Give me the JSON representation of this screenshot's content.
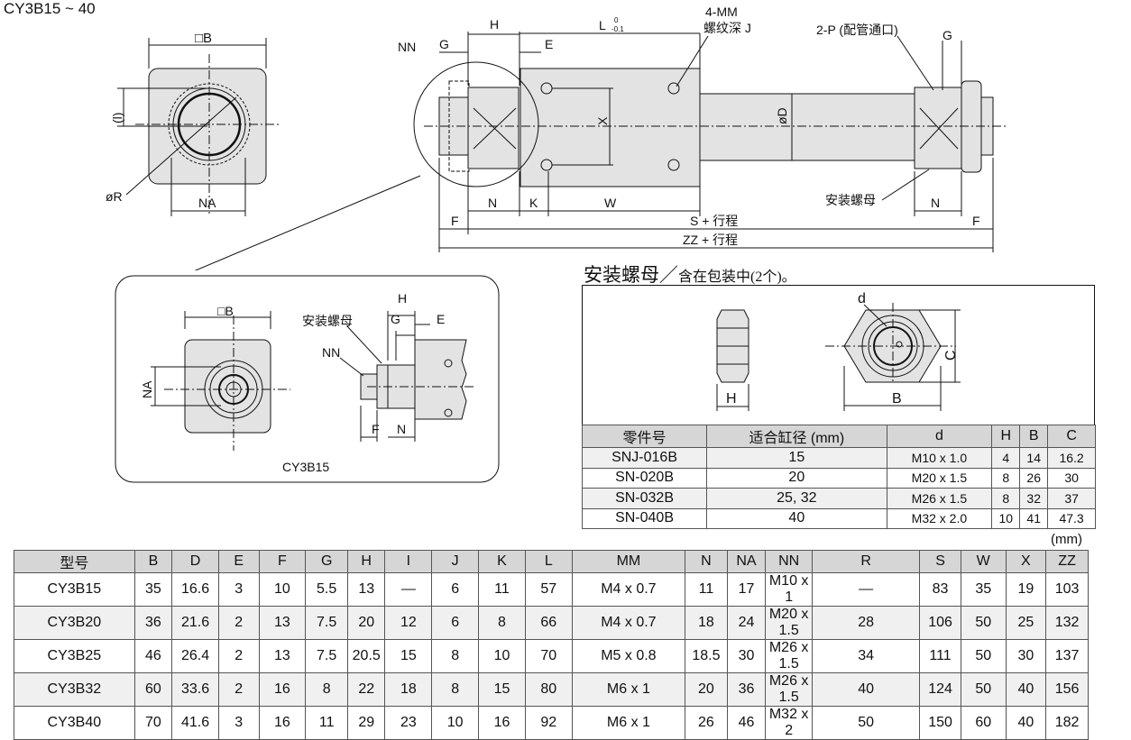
{
  "header": {
    "series_title": "CY3B15 ~ 40"
  },
  "main_drawing": {
    "labels": {
      "square_b": "□B",
      "l_paren": "(l)",
      "r_dia": "øR",
      "na": "NA",
      "nn": "NN",
      "g": "G",
      "h": "H",
      "e": "E",
      "l_tol": "L",
      "tol_upper": "0",
      "tol_lower": "-0.1",
      "mm_label": "4-MM",
      "thread_depth": "螺纹深 J",
      "port_label": "2-P (配管通口)",
      "g_right": "G",
      "x": "X",
      "od": "øD",
      "f_left": "F",
      "n_left": "N",
      "k": "K",
      "w": "W",
      "s_stroke": "S + 行程",
      "mount_nut_callout": "安装螺母",
      "n_right": "N",
      "f_right": "F",
      "zz_stroke": "ZZ + 行程"
    }
  },
  "detail_view": {
    "caption": "CY3B15",
    "labels": {
      "square_b": "□B",
      "na": "NA",
      "nut": "安装螺母",
      "nn": "NN",
      "h": "H",
      "g": "G",
      "e": "E",
      "f": "F",
      "n": "N"
    }
  },
  "mount_nut": {
    "title": "安装螺母",
    "subtitle": "含在包装中(2个)。",
    "labels": {
      "d": "d",
      "c": "C",
      "h": "H",
      "b": "B"
    },
    "table": {
      "headers": [
        "零件号",
        "适合缸径 (mm)",
        "d",
        "H",
        "B",
        "C"
      ],
      "rows": [
        [
          "SNJ-016B",
          "15",
          "M10 x 1.0",
          "4",
          "14",
          "16.2"
        ],
        [
          "SN-020B",
          "20",
          "M20 x 1.5",
          "8",
          "26",
          "30"
        ],
        [
          "SN-032B",
          "25, 32",
          "M26 x 1.5",
          "8",
          "32",
          "37"
        ],
        [
          "SN-040B",
          "40",
          "M32 x 2.0",
          "10",
          "41",
          "47.3"
        ]
      ]
    }
  },
  "dimension_table": {
    "unit": "(mm)",
    "headers": [
      "型号",
      "B",
      "D",
      "E",
      "F",
      "G",
      "H",
      "I",
      "J",
      "K",
      "L",
      "MM",
      "N",
      "NA",
      "NN",
      "R",
      "S",
      "W",
      "X",
      "ZZ"
    ],
    "rows": [
      [
        "CY3B15",
        "35",
        "16.6",
        "3",
        "10",
        "5.5",
        "13",
        "—",
        "6",
        "11",
        "57",
        "M4 x 0.7",
        "11",
        "17",
        "M10 x 1",
        "—",
        "83",
        "35",
        "19",
        "103"
      ],
      [
        "CY3B20",
        "36",
        "21.6",
        "2",
        "13",
        "7.5",
        "20",
        "12",
        "6",
        "8",
        "66",
        "M4 x 0.7",
        "18",
        "24",
        "M20 x 1.5",
        "28",
        "106",
        "50",
        "25",
        "132"
      ],
      [
        "CY3B25",
        "46",
        "26.4",
        "2",
        "13",
        "7.5",
        "20.5",
        "15",
        "8",
        "10",
        "70",
        "M5 x 0.8",
        "18.5",
        "30",
        "M26 x 1.5",
        "34",
        "111",
        "50",
        "30",
        "137"
      ],
      [
        "CY3B32",
        "60",
        "33.6",
        "2",
        "16",
        "8",
        "22",
        "18",
        "8",
        "15",
        "80",
        "M6 x 1",
        "20",
        "36",
        "M26 x 1.5",
        "40",
        "124",
        "50",
        "40",
        "156"
      ],
      [
        "CY3B40",
        "70",
        "41.6",
        "3",
        "16",
        "11",
        "29",
        "23",
        "10",
        "16",
        "92",
        "M6 x 1",
        "26",
        "46",
        "M32 x 2",
        "50",
        "150",
        "60",
        "40",
        "182"
      ]
    ]
  }
}
